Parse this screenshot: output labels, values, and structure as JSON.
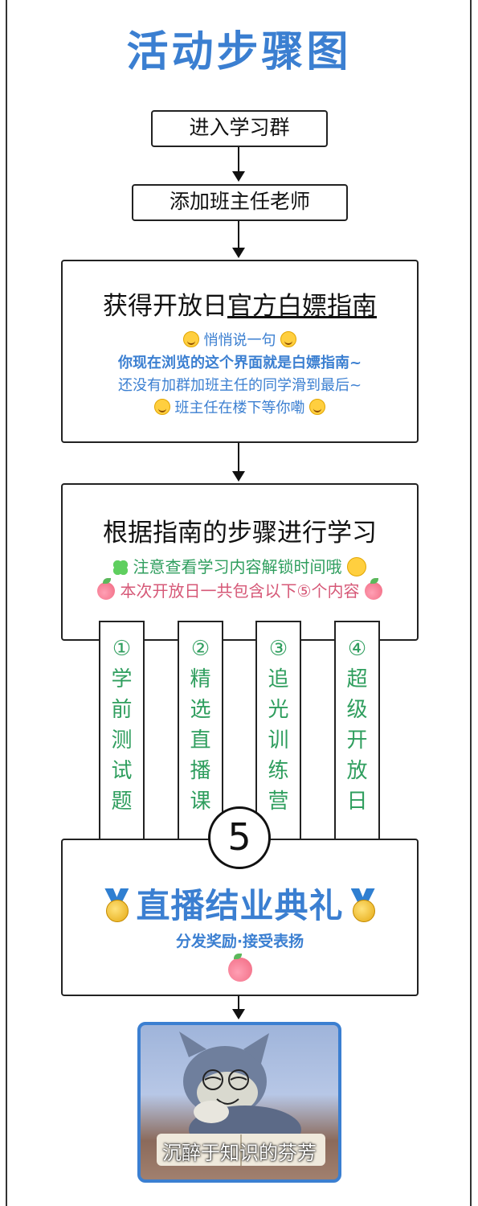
{
  "title": "活动步骤图",
  "steps": {
    "step1": "进入学习群",
    "step2": "添加班主任老师",
    "step3": {
      "heading_prefix": "获得开放日",
      "heading_underlined": "官方白嫖指南",
      "line1": "悄悄说一句",
      "line2": "你现在浏览的这个界面就是白嫖指南~",
      "line3": "还没有加群加班主任的同学滑到最后~",
      "line4": "班主任在楼下等你嘞"
    },
    "step4": {
      "heading": "根据指南的步骤进行学习",
      "line1": "注意查看学习内容解锁时间哦",
      "line2": "本次开放日一共包含以下⑤个内容"
    }
  },
  "pillars": [
    {
      "num": "①",
      "chars": [
        "学",
        "前",
        "测",
        "试",
        "题"
      ]
    },
    {
      "num": "②",
      "chars": [
        "精",
        "选",
        "直",
        "播",
        "课"
      ]
    },
    {
      "num": "③",
      "chars": [
        "追",
        "光",
        "训",
        "练",
        "营"
      ]
    },
    {
      "num": "④",
      "chars": [
        "超",
        "级",
        "开",
        "放",
        "日"
      ]
    }
  ],
  "fifth": {
    "num": "5",
    "title": "直播结业典礼",
    "subtitle": "分发奖励·接受表扬"
  },
  "meme": {
    "caption": "沉醉于知识的芬芳"
  },
  "icons": [
    "smile-icon",
    "kiss-icon",
    "clover-icon",
    "hug-icon",
    "peach-icon",
    "medal-icon"
  ],
  "colors": {
    "accent_blue": "#3b7fd1",
    "accent_green": "#2f9e5e"
  }
}
